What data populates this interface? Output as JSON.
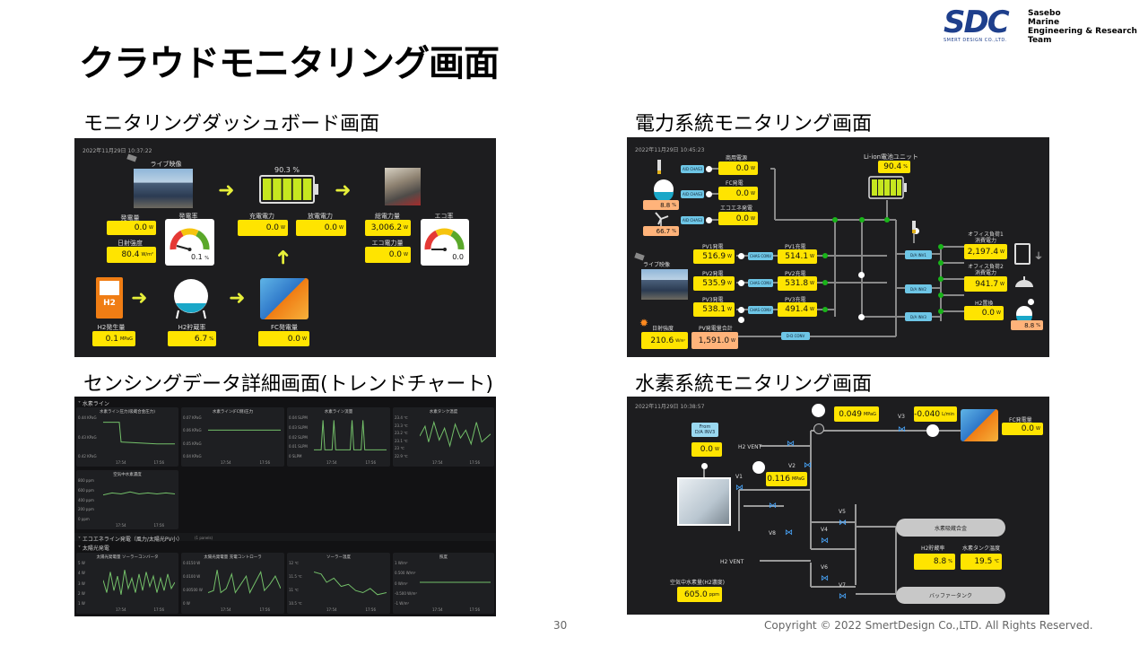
{
  "slide": {
    "title": "クラウドモニタリング画面",
    "page_number": "30",
    "copyright": "Copyright © 2022 SmertDesign Co.,LTD. All Rights Reserved."
  },
  "logo": {
    "mark": "SDC",
    "mark_sub": "SMERT DESIGN CO.,LTD.",
    "line1": "Sasebo",
    "line2": "Marine",
    "line3": "Engineering & Research",
    "line4": "Team"
  },
  "sections": {
    "dashboard": "モニタリングダッシュボード画面",
    "power": "電力系統モニタリング画面",
    "trend": "センシングデータ詳細画面(トレンドチャート)",
    "hydrogen": "水素系統モニタリング画面"
  },
  "dashboard": {
    "timestamp": "2022年11月29日 10:37:22",
    "live_label": "ライブ映像",
    "gen_label": "発電量",
    "gen_value": "0.0",
    "gen_unit": "W",
    "solar_label": "日射強度",
    "solar_value": "80.4",
    "solar_unit": "W/m²",
    "gen_rate_label": "発電率",
    "gen_rate_value": "0.1",
    "gen_rate_unit": "%",
    "battery_pct": "90.3 %",
    "battery_level": 0.903,
    "charge_label": "充電電力",
    "charge_value": "0.0",
    "discharge_label": "放電電力",
    "discharge_value": "0.0",
    "total_label": "総電力量",
    "total_value": "3,006.2",
    "eco_label": "エコ電力量",
    "eco_value": "0.0",
    "eco_rate_label": "エコ率",
    "eco_rate_value": "0.0",
    "h2gen_label": "H2発生量",
    "h2gen_value": "0.1",
    "h2gen_unit": "MPaG",
    "h2tank_label": "H2貯蔵率",
    "h2tank_value": "6.7",
    "fc_label": "FC発電量",
    "fc_value": "0.0",
    "h2_icon_text": "H2",
    "unit_w": "W",
    "unit_pct": "%"
  },
  "power": {
    "timestamp": "2022年11月29日 10:45:23",
    "grid_label": "商用電源",
    "grid_value": "0.0",
    "fc_label": "FC発電",
    "fc_value": "0.0",
    "eco_label": "エコエネ発電",
    "eco_value": "0.0",
    "h2_pct": "8.8",
    "wind_pct": "66.7",
    "liion_label": "Li-ion電池ユニット",
    "liion_value": "90.4",
    "live_label": "ライブ映像",
    "pv1_gen_label": "PV1発電",
    "pv1_gen": "516.9",
    "pv2_gen_label": "PV2発電",
    "pv2_gen": "535.9",
    "pv3_gen_label": "PV3発電",
    "pv3_gen": "538.1",
    "pv1_chg_label": "PV1充電",
    "pv1_chg": "514.1",
    "pv2_chg_label": "PV2充電",
    "pv2_chg": "531.8",
    "pv3_chg_label": "PV3充電",
    "pv3_chg": "491.4",
    "solar_label": "日射強度",
    "solar_value": "210.6",
    "pv_total_label": "PV発電量合計",
    "pv_total_value": "1,591.0",
    "office1_label1": "オフィス負荷1",
    "office1_label2": "消費電力",
    "office1_value": "2,197.4",
    "office2_label1": "オフィス負荷2",
    "office2_label2": "消費電力",
    "office2_value": "941.7",
    "h2fan_label": "H2置換",
    "h2fan_value": "0.0",
    "tank_pct": "8.8",
    "chip_acdc": "A/D CHAS3",
    "chip_chas": "CHAS CONV",
    "chip_ddconv": "D-D CONV",
    "chip_inv1": "D/A INV1",
    "chip_inv2": "D/A INV2",
    "chip_inv3": "D/A INV3",
    "unit_w": "W",
    "unit_pct": "%"
  },
  "trend": {
    "group1": "˅ 水素ライン",
    "group2": "˅ エコエネライン発電（風力/太陽光PV小）",
    "group2_note": "(1 panels)",
    "group3": "˅ 太陽光発電",
    "charts": [
      {
        "title": "水素ライン圧力(吸蔵合金圧力)",
        "y": [
          "0.44 KPaG",
          "0.43 KPaG",
          "0.42 KPaG"
        ],
        "x": [
          "17:54",
          "17:56"
        ]
      },
      {
        "title": "水素ライン(FC側)圧力",
        "y": [
          "0.07 KPaG",
          "0.06 KPaG",
          "0.05 KPaG",
          "0.04 KPaG"
        ],
        "x": [
          "17:54",
          "17:56"
        ]
      },
      {
        "title": "水素ライン流量",
        "y": [
          "0.04 SLPM",
          "0.03 SLPM",
          "0.02 SLPM",
          "0.01 SLPM",
          "0 SLPM"
        ],
        "x": [
          "17:54",
          "17:56"
        ]
      },
      {
        "title": "水素タンク温度",
        "y": [
          "23.4 ℃",
          "23.3 ℃",
          "23.2 ℃",
          "23.1 ℃",
          "23 ℃",
          "22.9 ℃"
        ],
        "x": [
          "17:54",
          "17:56"
        ]
      },
      {
        "title": "空気中水素濃度",
        "y": [
          "800 ppm",
          "600 ppm",
          "400 ppm",
          "200 ppm",
          "0 ppm"
        ],
        "x": [
          "17:54",
          "17:56"
        ]
      },
      {
        "title": "太陽光発電量 ソーラーコンバータ",
        "y": [
          "5 W",
          "4 W",
          "3 W",
          "2 W",
          "1 W"
        ],
        "x": [
          "17:54",
          "17:56"
        ]
      },
      {
        "title": "太陽光発電量 充電コントローラ",
        "y": [
          "0.0150 W",
          "0.0100 W",
          "0.00500 W",
          "0 W"
        ],
        "x": [
          "17:54",
          "17:56"
        ]
      },
      {
        "title": "ソーラー温度",
        "y": [
          "12 ℃",
          "11.5 ℃",
          "11 ℃",
          "10.5 ℃"
        ],
        "x": [
          "17:54",
          "17:56"
        ]
      },
      {
        "title": "照度",
        "y": [
          "1 W/m²",
          "0.500 W/m²",
          "0 W/m²",
          "-0.500 W/m²",
          "-1 W/m²"
        ],
        "x": [
          "17:54",
          "17:56"
        ]
      }
    ]
  },
  "hydrogen": {
    "timestamp": "2022年11月29日 10:38:57",
    "from_label1": "From",
    "from_label2": "D/A INV3",
    "from_value": "0.0",
    "pressure1": "0.049",
    "pressure1_unit": "MPaG",
    "pressure2": "0.116",
    "pressure2_unit": "MPaG",
    "flow_value": "-0.040",
    "flow_unit": "L/min",
    "fc_label": "FC発電量",
    "fc_value": "0.0",
    "h2vent1": "H2 VENT",
    "h2vent2": "H2 VENT",
    "v1": "V1",
    "v2": "V2",
    "v3": "V3",
    "v4": "V4",
    "v5": "V5",
    "v6": "V6",
    "v7": "V7",
    "v8": "V8",
    "alloy_label": "水素吸蔵合金",
    "buffer_label": "バッファータンク",
    "h2store_label": "H2貯蔵率",
    "h2store_value": "8.8",
    "tanktemp_label": "水素タンク温度",
    "tanktemp_value": "19.5",
    "tanktemp_unit": "℃",
    "air_label": "空気中水素量(H2濃度)",
    "air_value": "605.0",
    "air_unit": "ppm",
    "unit_w": "W",
    "unit_pct": "%"
  }
}
